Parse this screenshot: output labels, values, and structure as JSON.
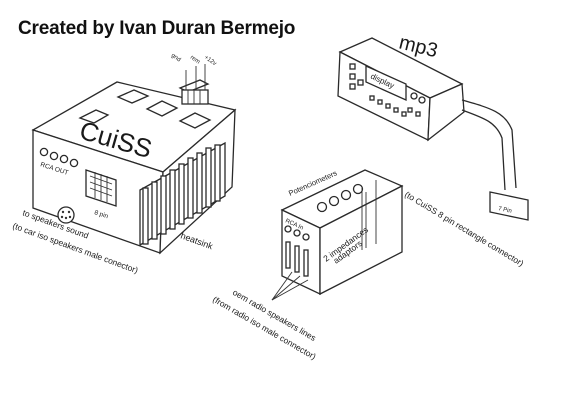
{
  "title": "Created by Ivan Duran Bermejo",
  "cuiss_box": {
    "label": "CuiSS",
    "pin_labels": [
      "gnd",
      "rem",
      "+12v"
    ],
    "rca_out_label": "RCA OUT",
    "pin8_label": "8 pin",
    "heatsink_label": "heatsink",
    "speaker_note_1": "to speakers sound",
    "speaker_note_2": "(to car iso speakers male conector)"
  },
  "mp3": {
    "label": "mp3",
    "display_label": "display",
    "connector_label": "7 Pin"
  },
  "adaptor_box": {
    "pots_label": "Potenciometers",
    "rca_in_label": "RCA In",
    "impedance_1": "2 impedances",
    "impedance_2": "adaptors",
    "connector_note": "(to CuiSS 8 pin rectangle connector)",
    "radio_note_1": "oem radio speakers lines",
    "radio_note_2": "(from radio iso male connector)"
  }
}
